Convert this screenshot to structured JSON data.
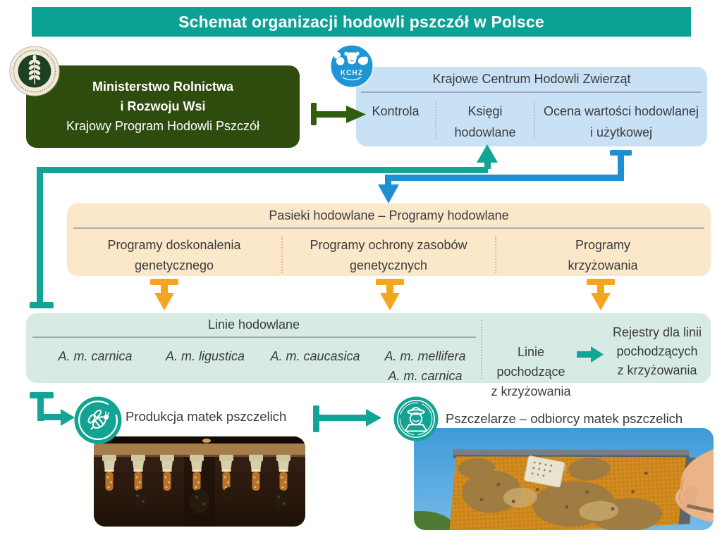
{
  "title": "Schemat organizacji hodowli pszczół w Polsce",
  "colors": {
    "title_teal": "#0CA195",
    "teal_arrow": "#12A494",
    "ministry_green": "#2E4C0E",
    "green_arrow": "#315E0D",
    "kchz_box_blue": "#C8E1F5",
    "kchz_logo_blue": "#2095D5",
    "blue_arrow": "#1E8FD0",
    "pasieki_orange": "#FBE7C9",
    "orange_arrow": "#F4A71E",
    "linie_mint": "#D7EBE4",
    "text": "#3B3B3B"
  },
  "icons": {
    "ministry_seal": "ministry-agriculture-seal-icon",
    "kchz_logo": "kchz-logo-icon",
    "bee": "bee-icon",
    "beekeeper": "beekeeper-icon"
  },
  "ministry": {
    "lines": [
      "Ministerstwo Rolnictwa",
      "i Rozwoju Wsi",
      "Krajowy Program Hodowli Pszczół"
    ]
  },
  "kchz": {
    "logo_text": "KCHZ",
    "header": "Krajowe Centrum Hodowli Zwierząt",
    "columns": [
      {
        "lines": [
          "Kontrola"
        ]
      },
      {
        "lines": [
          "Księgi",
          "hodowlane"
        ]
      },
      {
        "lines": [
          "Ocena wartości hodowlanej",
          "i użytkowej"
        ]
      }
    ]
  },
  "pasieki": {
    "header": "Pasieki hodowlane – Programy hodowlane",
    "columns": [
      {
        "lines": [
          "Programy doskonalenia",
          "genetycznego"
        ]
      },
      {
        "lines": [
          "Programy ochrony zasobów",
          "genetycznych"
        ]
      },
      {
        "lines": [
          "Programy",
          "krzyżowania"
        ]
      }
    ]
  },
  "linie": {
    "header": "Linie hodowlane",
    "breeds": [
      {
        "lines": [
          "A. m. carnica",
          ""
        ]
      },
      {
        "lines": [
          "A. m. ligustica",
          ""
        ]
      },
      {
        "lines": [
          "A. m. caucasica",
          ""
        ]
      },
      {
        "lines": [
          "A. m. mellifera",
          "A. m. carnica"
        ]
      }
    ],
    "crossing": {
      "lines": [
        "Linie pochodzące",
        "z krzyżowania"
      ]
    },
    "registry": {
      "lines": [
        "Rejestry dla linii",
        "pochodzących",
        "z krzyżowania"
      ]
    }
  },
  "bottom": {
    "production_label": "Produkcja matek pszczelich",
    "beekeepers_label": "Pszczelarze – odbiorcy matek pszczelich"
  }
}
